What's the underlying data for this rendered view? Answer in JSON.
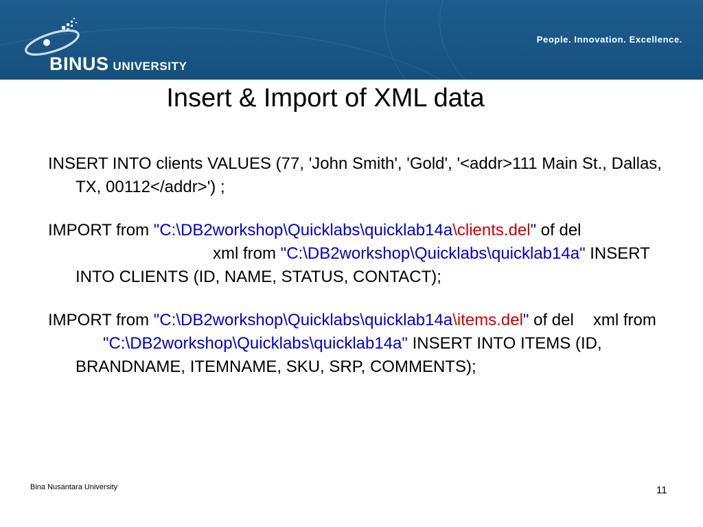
{
  "header": {
    "brand": "BINUS",
    "brand_sub": "UNIVERSITY",
    "tagline": "People. Innovation. Excellence.",
    "colors": {
      "band": "#1a5686",
      "logo_accent": "#9fc3e6"
    }
  },
  "slide": {
    "title": "Insert & Import of XML data",
    "p1": {
      "text": "INSERT INTO clients VALUES (77, 'John Smith', 'Gold',  '<addr>111 Main St., Dallas, TX, 00112</addr>') ;"
    },
    "p2": {
      "lead": "IMPORT from ",
      "path_blue": "\"C:\\DB2workshop\\Quicklabs\\quicklab14a",
      "path_red": "\\clients.del",
      "path_close": "\"",
      "after_of": " of del",
      "xml_from": "xml from",
      "lobs_path": "\"C:\\DB2workshop\\Quicklabs\\quicklab14a\"",
      "tail": " INSERT INTO CLIENTS (ID, NAME, STATUS, CONTACT);"
    },
    "p3": {
      "lead": "IMPORT from ",
      "path_blue": "\"C:\\DB2workshop\\Quicklabs\\quicklab14a",
      "path_red": "\\items.del",
      "path_close": "\"",
      "after_of": " of del",
      "xml_from": "xml from",
      "lobs_path": "\"C:\\DB2workshop\\Quicklabs\\quicklab14a\"",
      "tail": " INSERT INTO ITEMS (ID, BRANDNAME, ITEMNAME, SKU, SRP, COMMENTS);"
    },
    "colors": {
      "path": "#0000cc",
      "filename": "#cc0000"
    }
  },
  "footer": {
    "org": "Bina Nusantara University",
    "page": "11"
  }
}
